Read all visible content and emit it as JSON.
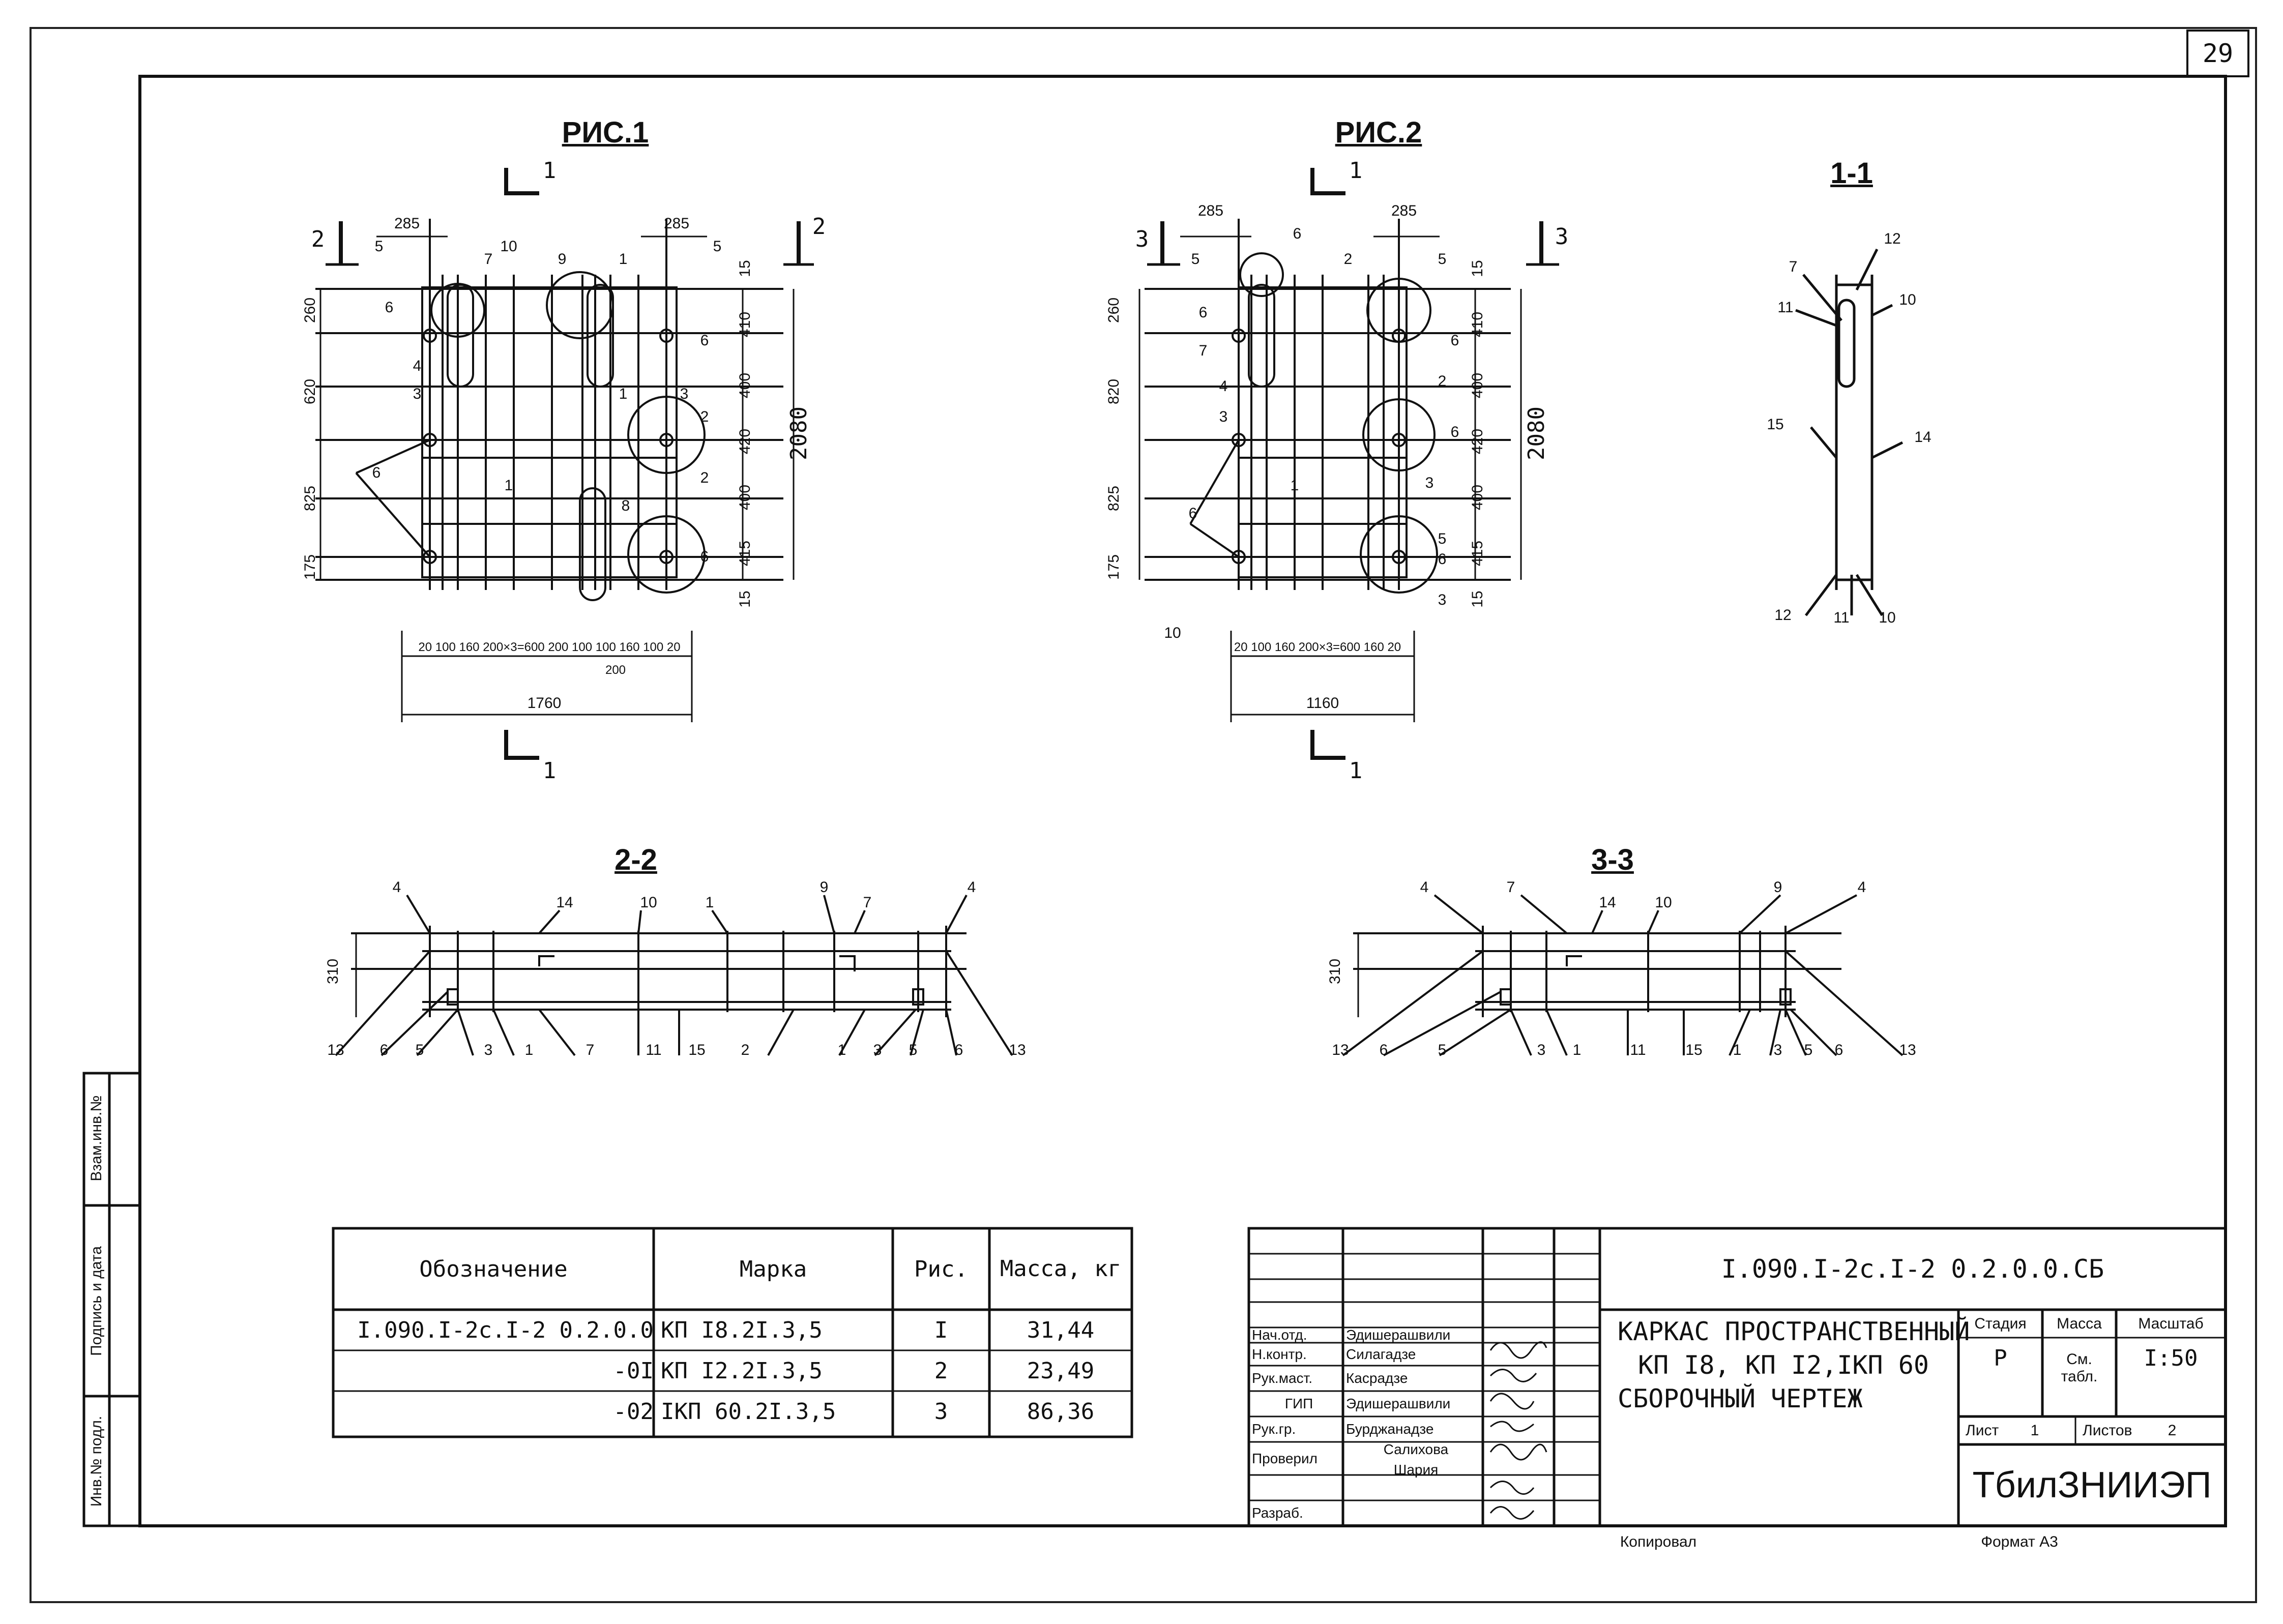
{
  "page_number": "29",
  "figures": {
    "fig1": {
      "title": "РИС.1",
      "section_mark": "1",
      "side_mark": "2",
      "top_dims": [
        "285",
        "285"
      ],
      "left_dims": [
        "260",
        "620",
        "825",
        "175"
      ],
      "right_dims": [
        "15",
        "410",
        "400",
        "420",
        "400",
        "415",
        "15"
      ],
      "total_height": "2080",
      "bottom_dims": "20 100 160 200×3=600 200 100 100 160 100 20",
      "bottom_sub": "200",
      "total_width": "1760",
      "callouts": [
        "5",
        "7",
        "10",
        "9",
        "1",
        "5",
        "6",
        "4",
        "3",
        "6",
        "1",
        "3",
        "2",
        "6",
        "2",
        "1",
        "8",
        "6"
      ]
    },
    "fig2": {
      "title": "РИС.2",
      "section_mark": "1",
      "side_mark": "3",
      "top_dims": [
        "285",
        "285"
      ],
      "left_dims": [
        "260",
        "820",
        "825",
        "175"
      ],
      "right_dims": [
        "15",
        "410",
        "400",
        "420",
        "400",
        "415",
        "15"
      ],
      "total_height": "2080",
      "bottom_dims": "20 100 160 200×3=600 160 20",
      "total_width": "1160",
      "callouts": [
        "5",
        "6",
        "2",
        "5",
        "6",
        "6",
        "7",
        "4",
        "3",
        "2",
        "6",
        "3",
        "1",
        "6",
        "5",
        "6",
        "10",
        "3"
      ]
    },
    "sec11": {
      "title": "1-1",
      "callouts": [
        "7",
        "12",
        "11",
        "10",
        "15",
        "14",
        "12",
        "11",
        "10"
      ]
    },
    "sec22": {
      "title": "2-2",
      "height_dim": "310",
      "top_callouts": [
        "4",
        "14",
        "10",
        "1",
        "9",
        "7",
        "4"
      ],
      "bottom_callouts": [
        "13",
        "6",
        "5",
        "3",
        "1",
        "7",
        "11",
        "15",
        "2",
        "1",
        "3",
        "5",
        "6",
        "13"
      ]
    },
    "sec33": {
      "title": "3-3",
      "height_dim": "310",
      "top_callouts": [
        "4",
        "7",
        "14",
        "10",
        "9",
        "4"
      ],
      "bottom_callouts": [
        "13",
        "6",
        "5",
        "3",
        "1",
        "11",
        "15",
        "1",
        "3",
        "5",
        "6",
        "13"
      ]
    }
  },
  "spec_table": {
    "headers": [
      "Обозначение",
      "Марка",
      "Рис.",
      "Масса, кг"
    ],
    "rows": [
      [
        "I.090.I-2c.I-2 0.2.0.0",
        "КП I8.2I.3,5",
        "I",
        "31,44"
      ],
      [
        "-0I",
        "КП I2.2I.3,5",
        "2",
        "23,49"
      ],
      [
        "-02",
        "IКП 60.2I.3,5",
        "3",
        "86,36"
      ]
    ]
  },
  "side_stamp": {
    "labels": [
      "Взам.инв.№",
      "Подпись и дата",
      "Инв.№ подл."
    ]
  },
  "title_block": {
    "doc_code": "I.090.I-2c.I-2 0.2.0.0.СБ",
    "title_lines": [
      "КАРКАС ПРОСТРАНСТВЕННЫЙ",
      "КП I8, КП I2,IКП 60",
      "СБОРОЧНЫЙ ЧЕРТЕЖ"
    ],
    "stage_header": "Стадия",
    "mass_header": "Масса",
    "scale_header": "Масштаб",
    "stage": "Р",
    "mass": "См. табл.",
    "scale": "I:50",
    "sheet_label": "Лист",
    "sheet": "1",
    "sheets_label": "Листов",
    "sheets": "2",
    "organization": "ТбилЗНИИЭП",
    "signatures": [
      {
        "role": "Нач.отд.",
        "name": "Эдишерашвили"
      },
      {
        "role": "Н.контр.",
        "name": "Силагадзе"
      },
      {
        "role": "Рук.маст.",
        "name": "Касрадзе"
      },
      {
        "role": "ГИП",
        "name": "Эдишерашвили"
      },
      {
        "role": "Рук.гр.",
        "name": "Бурджанадзе"
      },
      {
        "role": "Проверил",
        "name": "Салихова"
      },
      {
        "role": "Разраб.",
        "name": "Шария"
      }
    ]
  },
  "footer": {
    "copied": "Копировал",
    "format": "Формат А3"
  }
}
